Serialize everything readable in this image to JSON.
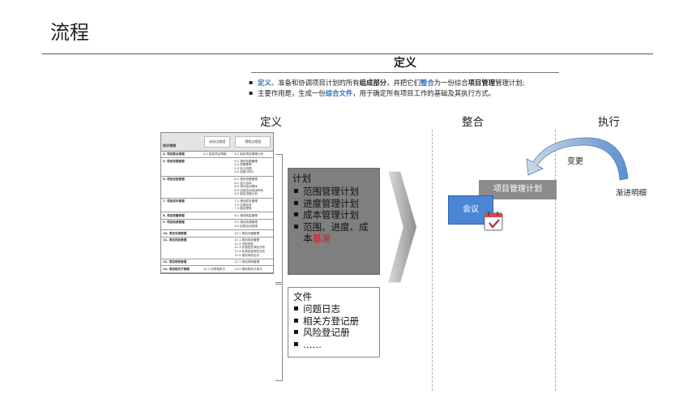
{
  "page": {
    "title": "流程"
  },
  "definition": {
    "heading": "定义",
    "bullets": [
      [
        {
          "t": "定义",
          "s": "hl"
        },
        {
          "t": "、准备和协调项目计划的所有",
          "s": ""
        },
        {
          "t": "组成部分",
          "s": "bd"
        },
        {
          "t": "，并把它们",
          "s": ""
        },
        {
          "t": "整合",
          "s": "hl"
        },
        {
          "t": "为一份综合",
          "s": ""
        },
        {
          "t": "项目管理",
          "s": "bd"
        },
        {
          "t": "管理计划;",
          "s": ""
        }
      ],
      [
        {
          "t": "主要作用是，生成一份",
          "s": ""
        },
        {
          "t": "综合文件",
          "s": "hl"
        },
        {
          "t": "，用于确定所有项目工作的基础及其执行方式。",
          "s": ""
        }
      ]
    ]
  },
  "columns": {
    "define": "定义",
    "integrate": "整合",
    "execute": "执行"
  },
  "knowledge_table": {
    "header": {
      "area": "知识领域",
      "initiating": "启动过程组",
      "planning": "规划过程组"
    },
    "rows": [
      {
        "area": "4. 项目整合管理",
        "initiating": "4.1 制定项目章程",
        "planning": "4.2 制定项目管理计划"
      },
      {
        "area": "5. 项目范围管理",
        "initiating": "",
        "planning": "5.1 规划范围管理\n5.2 收集需求\n5.3 定义范围\n5.4 创建 WBS"
      },
      {
        "area": "6. 项目进度管理",
        "initiating": "",
        "planning": "6.1 规划进度管理\n6.2 定义活动\n6.3 排列活动顺序\n6.4 估算活动持续时间\n6.5 制定进度计划"
      },
      {
        "area": "7. 项目成本管理",
        "initiating": "",
        "planning": "7.1 规划成本管理\n7.2 估算成本\n7.3 制定预算"
      },
      {
        "area": "8. 项目质量管理",
        "initiating": "",
        "planning": "8.1 规划质量管理"
      },
      {
        "area": "9. 项目资源管理",
        "initiating": "",
        "planning": "9.1 规划资源管理\n9.2 估算活动资源"
      },
      {
        "area": "10. 项目沟通管理",
        "initiating": "",
        "planning": "10.1 规划沟通管理"
      },
      {
        "area": "11. 项目风险管理",
        "initiating": "",
        "planning": "11.1 规划风险管理\n11.2 识别风险\n11.3 实施定性风险分析\n11.4 实施定量风险分析\n11.5 规划风险应对"
      },
      {
        "area": "12. 项目采购管理",
        "initiating": "",
        "planning": "12.1 规划采购管理"
      },
      {
        "area": "13. 项目相关方管理",
        "initiating": "13.1 识别相关方",
        "planning": "13.2 规划相关方参与"
      }
    ]
  },
  "plan_box": {
    "title": "计划",
    "items": [
      {
        "parts": [
          {
            "t": "范围管理计划",
            "red": false
          }
        ]
      },
      {
        "parts": [
          {
            "t": "进度管理计划",
            "red": false
          }
        ]
      },
      {
        "parts": [
          {
            "t": "成本管理计划",
            "red": false
          }
        ]
      },
      {
        "parts": [
          {
            "t": "范围、进度、成本",
            "red": false
          },
          {
            "t": "基准",
            "red": true
          }
        ]
      }
    ]
  },
  "docs_box": {
    "title": "文件",
    "items": [
      "问题日志",
      "相关方登记册",
      "风险登记册",
      "……"
    ]
  },
  "integration": {
    "plan_label": "项目管理计划",
    "meeting_label": "会议",
    "change_label": "变更",
    "iteration_label": "渐进明细"
  },
  "colors": {
    "accent_blue": "#2f6fb8",
    "baseline_red": "#e0191e",
    "plan_box_gray": "#7f7f7f",
    "meeting_blue": "#4a86d4",
    "arc_blue": "#5b8fd0"
  }
}
